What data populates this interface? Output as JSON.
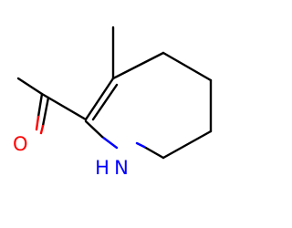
{
  "molecule": {
    "atoms": {
      "oxygen": {
        "label": "O",
        "color": "#ff0000"
      },
      "nitrogen": {
        "label": "N",
        "color": "#0000ff"
      },
      "nitrogen_hydrogen": {
        "label": "H",
        "color": "#0000ff"
      }
    },
    "bond_color": "#000000"
  }
}
